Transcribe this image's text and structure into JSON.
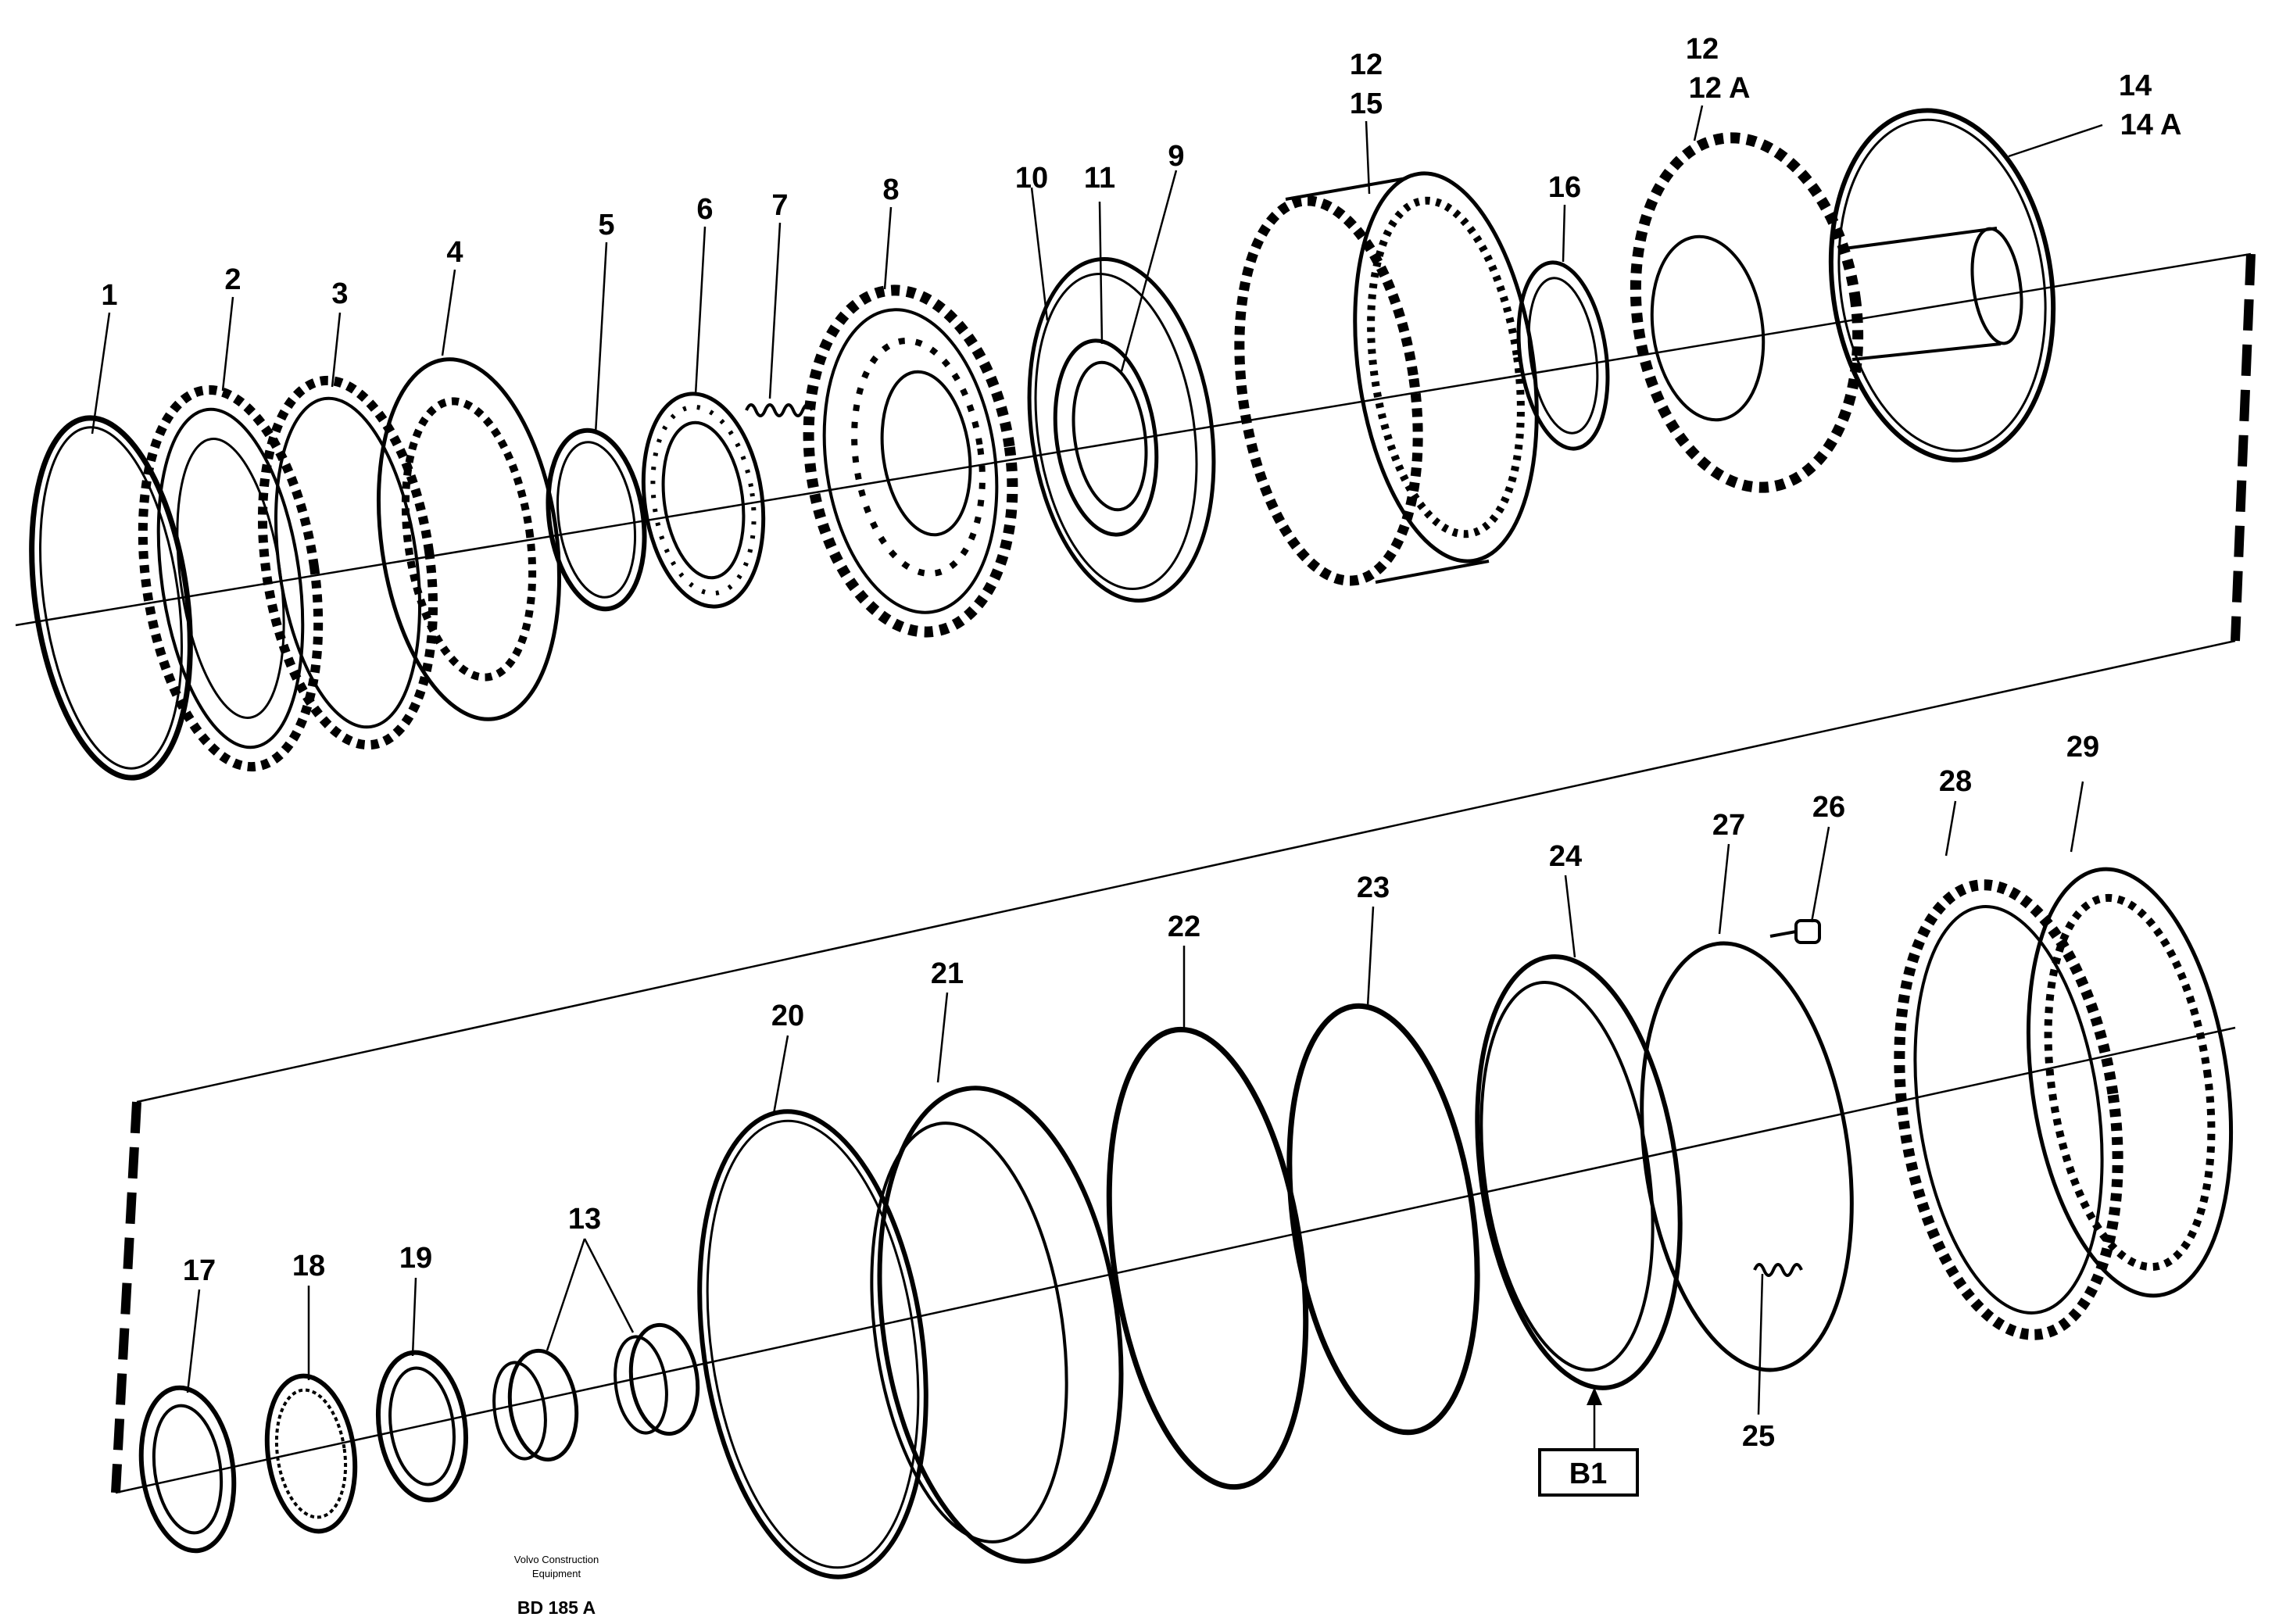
{
  "diagram": {
    "callouts": [
      {
        "id": "1",
        "label": "1"
      },
      {
        "id": "2",
        "label": "2"
      },
      {
        "id": "3",
        "label": "3"
      },
      {
        "id": "4",
        "label": "4"
      },
      {
        "id": "5",
        "label": "5"
      },
      {
        "id": "6",
        "label": "6"
      },
      {
        "id": "7",
        "label": "7"
      },
      {
        "id": "8",
        "label": "8"
      },
      {
        "id": "10",
        "label": "10"
      },
      {
        "id": "11",
        "label": "11"
      },
      {
        "id": "9",
        "label": "9"
      },
      {
        "id": "12-15-a",
        "label": "12"
      },
      {
        "id": "12-15-b",
        "label": "15"
      },
      {
        "id": "16",
        "label": "16"
      },
      {
        "id": "12-12a-a",
        "label": "12"
      },
      {
        "id": "12-12a-b",
        "label": "12 A"
      },
      {
        "id": "14-a",
        "label": "14"
      },
      {
        "id": "14-b",
        "label": "14 A"
      },
      {
        "id": "17",
        "label": "17"
      },
      {
        "id": "18",
        "label": "18"
      },
      {
        "id": "19",
        "label": "19"
      },
      {
        "id": "13",
        "label": "13"
      },
      {
        "id": "20",
        "label": "20"
      },
      {
        "id": "21",
        "label": "21"
      },
      {
        "id": "22",
        "label": "22"
      },
      {
        "id": "23",
        "label": "23"
      },
      {
        "id": "24",
        "label": "24"
      },
      {
        "id": "27",
        "label": "27"
      },
      {
        "id": "26",
        "label": "26"
      },
      {
        "id": "28",
        "label": "28"
      },
      {
        "id": "29",
        "label": "29"
      },
      {
        "id": "25",
        "label": "25"
      }
    ],
    "view_reference": "B1",
    "publisher_line1": "Volvo Construction",
    "publisher_line2": "Equipment",
    "drawing_code": "BD 185 A"
  }
}
